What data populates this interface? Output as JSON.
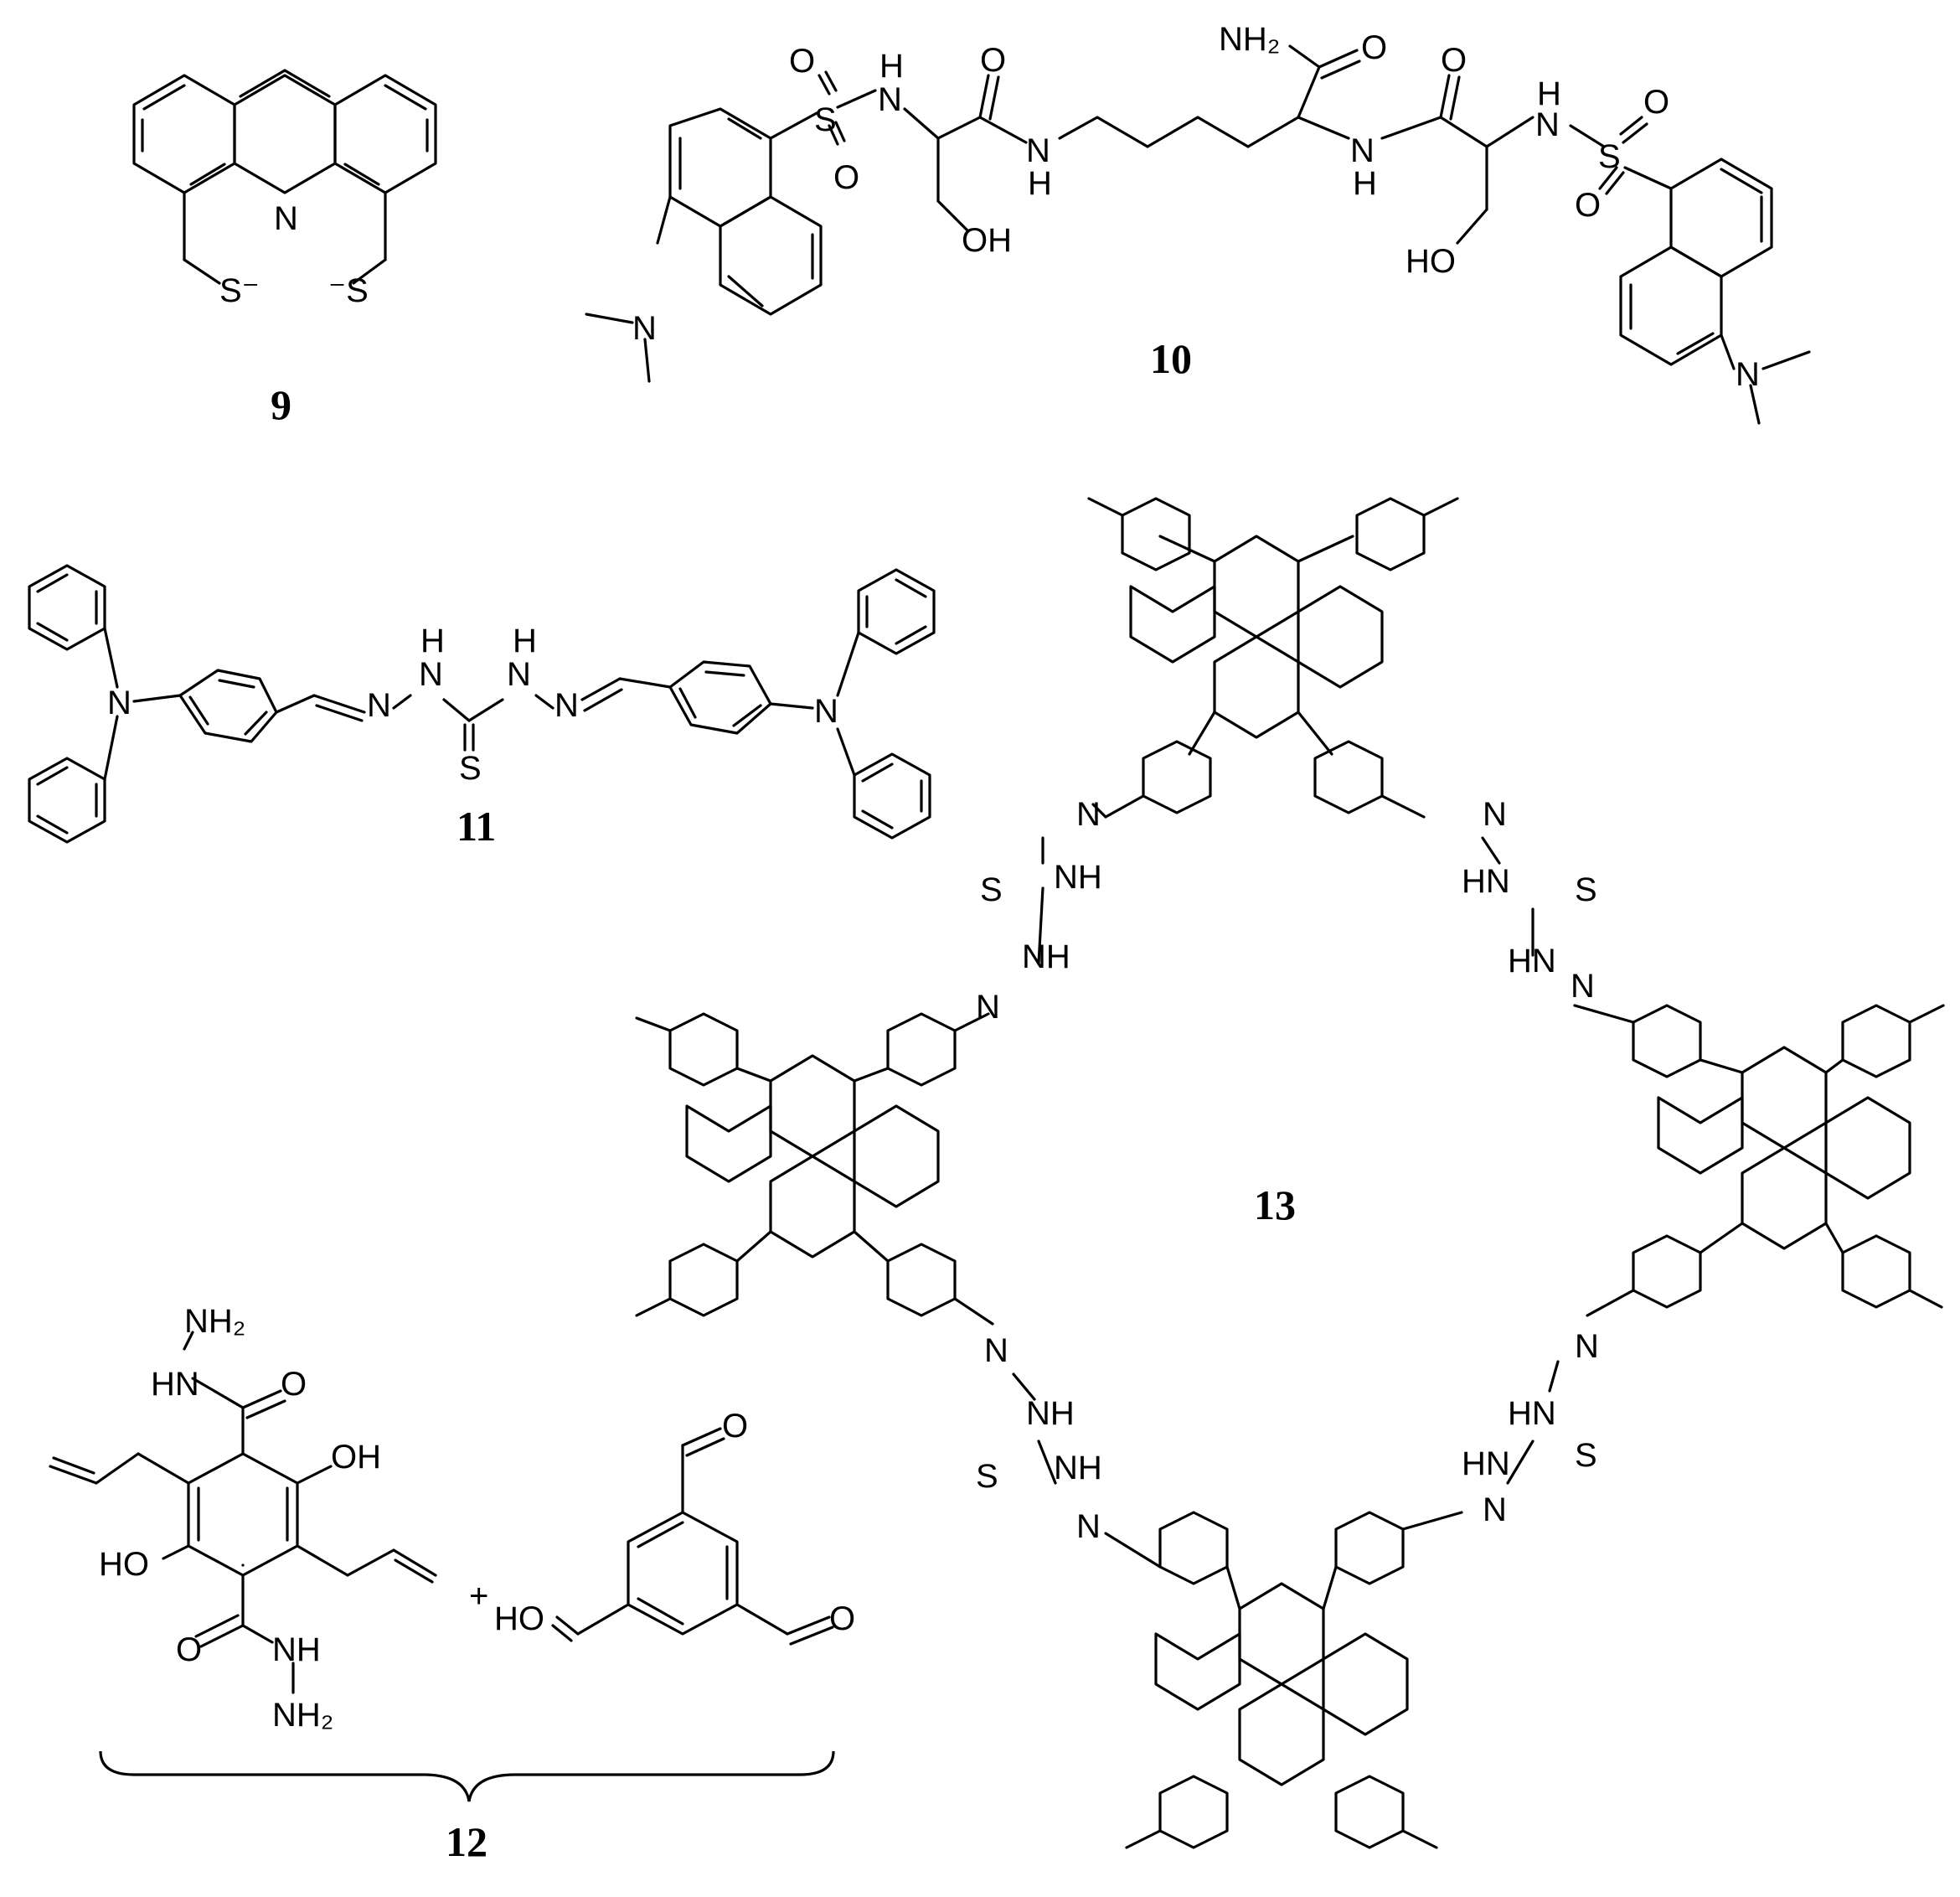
{
  "compounds": [
    {
      "id": "9",
      "label": "9",
      "atoms": {
        "n_ring": "N",
        "s_left": "S⁻",
        "s_right": "⁻S"
      }
    },
    {
      "id": "10",
      "label": "10",
      "atoms": {
        "nh2_top": "NH₂",
        "o_amide": "O",
        "h_left": "H",
        "n_left": "N",
        "so2_s_left": "S",
        "so2_o1_left": "O",
        "so2_o2_left": "O",
        "c_o_left": "O",
        "nh_mid": "N",
        "h_mid": "H",
        "oh_left": "OH",
        "nme2_left": "N",
        "nh_right": "N",
        "h_right_under": "H",
        "c_o_right": "O",
        "h_right": "H",
        "n_right": "N",
        "so2_s_right": "S",
        "so2_o1_right": "O",
        "so2_o2_right": "O",
        "ho_right": "HO",
        "nme2_right": "N"
      }
    },
    {
      "id": "11",
      "label": "11",
      "atoms": {
        "n_left": "N",
        "h1": "H",
        "h2": "H",
        "n1": "N",
        "n2": "N",
        "n3": "N",
        "n4": "N",
        "s": "S",
        "n_right": "N"
      }
    },
    {
      "id": "12",
      "label": "12",
      "atoms": {
        "nh2_top": "NH₂",
        "hn_top": "HN",
        "o_top": "O",
        "oh_right": "OH",
        "ho_left": "HO",
        "o_bottom": "O",
        "nh_bottom": "NH",
        "nh2_bottom": "NH₂",
        "plus": "+",
        "ho_ald": "HO",
        "o_ald1": "O",
        "o_ald2": "O"
      }
    },
    {
      "id": "13",
      "label": "13",
      "atoms": {
        "n_tl1": "N",
        "nh_tl1": "NH",
        "s_tl": "S",
        "nh_tl2": "NH",
        "n_tl2": "N",
        "n_tr1": "N",
        "hn_tr1": "HN",
        "s_tr": "S",
        "hn_tr2": "HN",
        "n_tr2": "N",
        "n_bl1": "N",
        "nh_bl1": "NH",
        "s_bl": "S",
        "nh_bl2": "NH",
        "n_bl2": "N",
        "n_br1": "N",
        "hn_br1": "HN",
        "s_br": "S",
        "hn_br2": "HN",
        "n_br2": "N"
      }
    }
  ]
}
